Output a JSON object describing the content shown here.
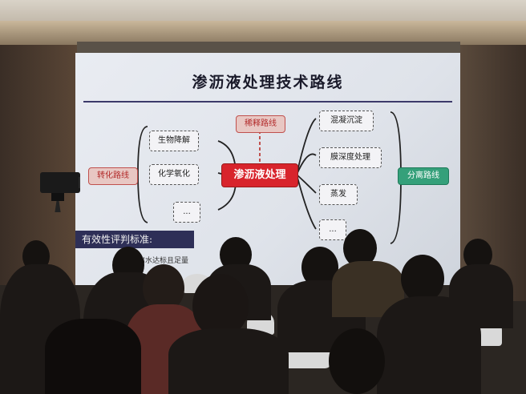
{
  "slide": {
    "title": "渗沥液处理技术路线",
    "center": "渗沥液处理",
    "top_route": "稀释路线",
    "left_route": "转化路线",
    "right_route": "分离路线",
    "left_items": [
      "生物降解",
      "化学氧化",
      "..."
    ],
    "right_items": [
      "混凝沉淀",
      "膜深度处理",
      "蒸发",
      "..."
    ],
    "criteria": "有效性评判标准:",
    "bottom_note": "出水达标且足量"
  },
  "colors": {
    "center_box": "#d8242c",
    "left_right_route": "#c0504d",
    "separation_route": "#35a07a",
    "criteria_bar": "#2e2f57"
  }
}
